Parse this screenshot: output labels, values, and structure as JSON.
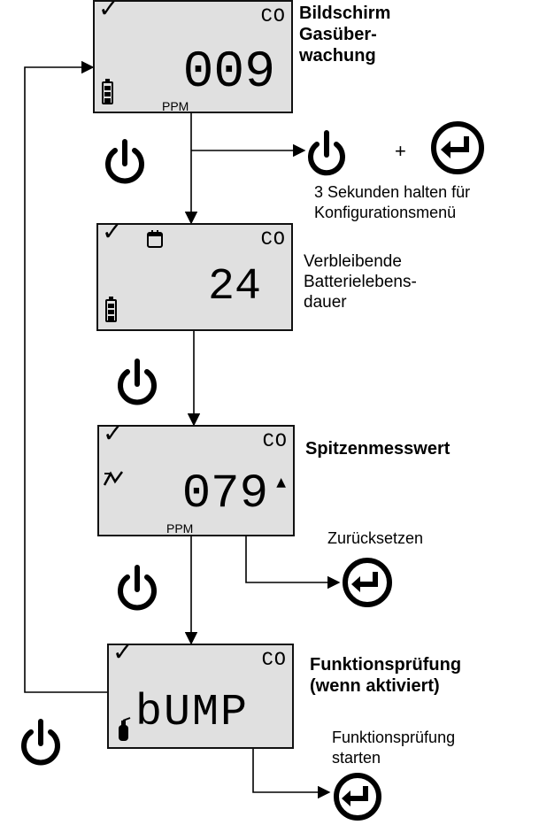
{
  "screens": [
    {
      "gas": "CO",
      "reading": "009",
      "unit": "PPM",
      "title": "Bildschirm\nGasüber-\nwachung"
    },
    {
      "gas": "CO",
      "reading": "24",
      "title": "Verbleibende\nBatterielebens-\ndauer"
    },
    {
      "gas": "CO",
      "reading": "079",
      "unit": "PPM",
      "title": "Spitzenmesswert"
    },
    {
      "gas": "CO",
      "reading": "bUMP",
      "title": "Funktionsprüfung\n(wenn aktiviert)"
    }
  ],
  "notes": {
    "plus": "+",
    "config": "3 Sekunden halten für\nKonfigurationsmenü",
    "reset": "Zurücksetzen",
    "bump_start": "Funktionsprüfung\nstarten"
  },
  "symbols": {
    "check": "✓",
    "peak_arrow": "▲",
    "peak_indicator": "peak-hold-icon",
    "calendar": "calendar-icon",
    "bump_bottle": "gas-cylinder-icon"
  }
}
